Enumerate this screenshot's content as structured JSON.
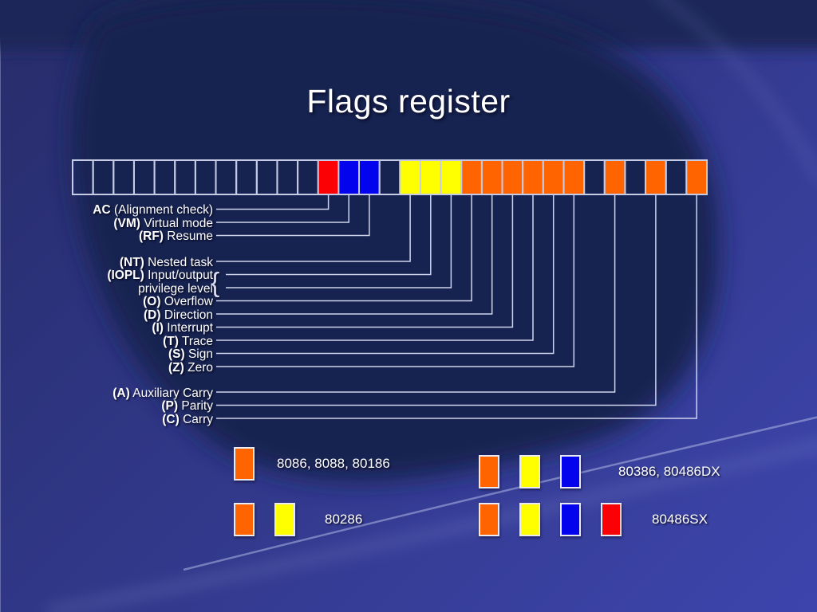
{
  "title": "Flags register",
  "iopl_brace": "{",
  "colors": {
    "none": "none",
    "red": "#fb0105",
    "blue": "#0303ee",
    "yellow": "#ffff00",
    "orange": "#ff6400",
    "cell_border": "#c6cce6",
    "leader_line": "#ced4ec",
    "background_base": "#313889",
    "background_dark_blob": "#192050",
    "text": "#ffffff"
  },
  "register": {
    "cells": [
      "none",
      "none",
      "none",
      "none",
      "none",
      "none",
      "none",
      "none",
      "none",
      "none",
      "none",
      "none",
      "red",
      "blue",
      "blue",
      "none",
      "yellow",
      "yellow",
      "yellow",
      "orange",
      "orange",
      "orange",
      "orange",
      "orange",
      "orange",
      "none",
      "orange",
      "none",
      "orange",
      "none",
      "orange"
    ]
  },
  "flags": [
    {
      "id": "ac",
      "bold": "AC",
      "rest": " (Alignment check)",
      "cell": 12
    },
    {
      "id": "vm",
      "bold": "(VM)",
      "rest": " Virtual mode",
      "cell": 13
    },
    {
      "id": "rf",
      "bold": "(RF)",
      "rest": " Resume",
      "cell": 14
    },
    {
      "id": "nt",
      "bold": "(NT)",
      "rest": " Nested task",
      "cell": 16
    },
    {
      "id": "iopl",
      "bold": "(IOPL)",
      "rest": " Input/output",
      "rest2": "privilege level",
      "cell": 17,
      "cell2": 18
    },
    {
      "id": "o",
      "bold": "(O)",
      "rest": " Overflow",
      "cell": 19
    },
    {
      "id": "d",
      "bold": "(D)",
      "rest": " Direction",
      "cell": 20
    },
    {
      "id": "i",
      "bold": "(I)",
      "rest": " Interrupt",
      "cell": 21
    },
    {
      "id": "t",
      "bold": "(T)",
      "rest": " Trace",
      "cell": 22
    },
    {
      "id": "s",
      "bold": "(S)",
      "rest": " Sign",
      "cell": 23
    },
    {
      "id": "z",
      "bold": "(Z)",
      "rest": " Zero",
      "cell": 24
    },
    {
      "id": "a",
      "bold": "(A)",
      "rest": " Auxiliary Carry",
      "cell": 26
    },
    {
      "id": "p",
      "bold": "(P)",
      "rest": " Parity",
      "cell": 28
    },
    {
      "id": "c",
      "bold": "(C)",
      "rest": " Carry",
      "cell": 30
    }
  ],
  "legend": {
    "groups": [
      {
        "id": "left",
        "rows": [
          {
            "swatches": [
              "orange"
            ],
            "label": "8086, 8088, 80186"
          },
          {
            "swatches": [
              "orange",
              "yellow"
            ],
            "label": "80286"
          }
        ]
      },
      {
        "id": "right",
        "rows": [
          {
            "swatches": [
              "orange",
              "yellow",
              "blue"
            ],
            "label": "80386, 80486DX"
          },
          {
            "swatches": [
              "orange",
              "yellow",
              "blue",
              "red"
            ],
            "label": "80486SX"
          }
        ]
      }
    ]
  }
}
